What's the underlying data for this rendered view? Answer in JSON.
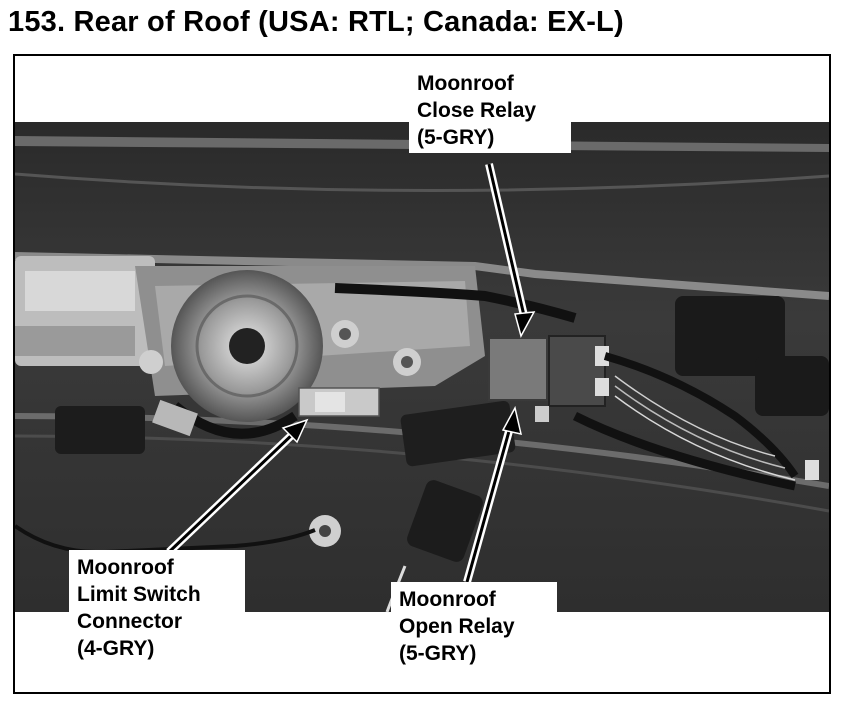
{
  "page": {
    "title": "153. Rear of Roof (USA: RTL; Canada: EX-L)"
  },
  "callouts": {
    "close_relay": {
      "line1": "Moonroof",
      "line2": "Close Relay",
      "line3": "(5-GRY)"
    },
    "limit_switch": {
      "line1": "Moonroof",
      "line2": "Limit Switch",
      "line3": "Connector",
      "line4": "(4-GRY)"
    },
    "open_relay": {
      "line1": "Moonroof",
      "line2": "Open Relay",
      "line3": "(5-GRY)"
    }
  }
}
